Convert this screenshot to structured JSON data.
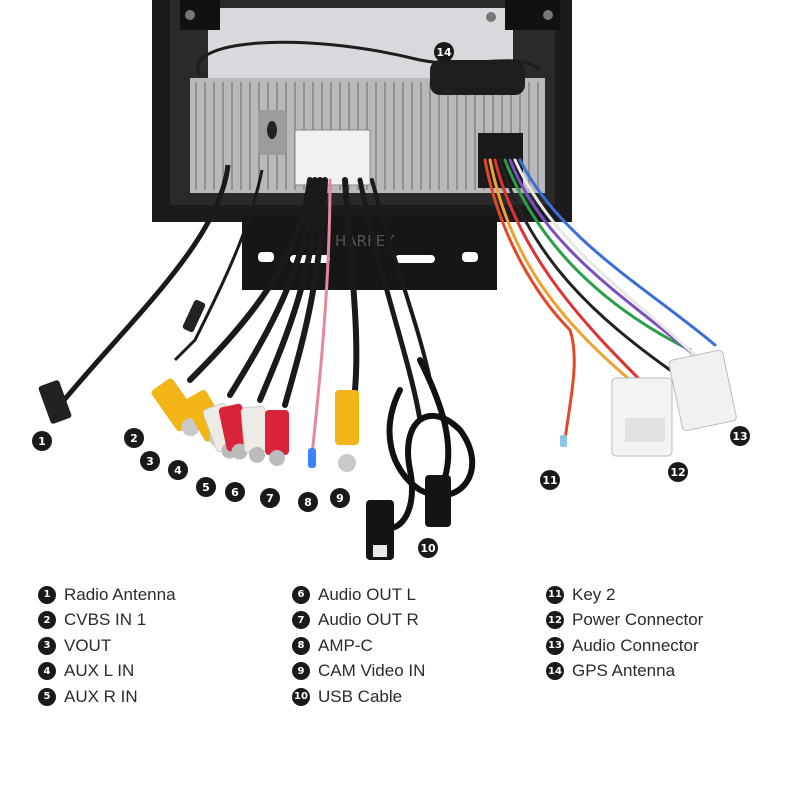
{
  "watermark": "HARFEY",
  "legend": {
    "columns": [
      [
        {
          "num": "1",
          "label": "Radio Antenna"
        },
        {
          "num": "2",
          "label": "CVBS IN 1"
        },
        {
          "num": "3",
          "label": "VOUT"
        },
        {
          "num": "4",
          "label": "AUX L IN"
        },
        {
          "num": "5",
          "label": "AUX R IN"
        }
      ],
      [
        {
          "num": "6",
          "label": "Audio OUT L"
        },
        {
          "num": "7",
          "label": "Audio OUT R"
        },
        {
          "num": "8",
          "label": "AMP-C"
        },
        {
          "num": "9",
          "label": "CAM Video IN"
        },
        {
          "num": "10",
          "label": "USB Cable"
        }
      ],
      [
        {
          "num": "11",
          "label": "Key 2"
        },
        {
          "num": "12",
          "label": "Power Connector"
        },
        {
          "num": "13",
          "label": "Audio Connector"
        },
        {
          "num": "14",
          "label": "GPS Antenna"
        }
      ]
    ]
  },
  "photo_markers": [
    "1",
    "2",
    "3",
    "4",
    "5",
    "6",
    "7",
    "8",
    "9",
    "10",
    "11",
    "12",
    "13",
    "14"
  ],
  "colors": {
    "rca_yellow": "#f2b417",
    "rca_white": "#ecebe6",
    "rca_red": "#d8233a",
    "chassis": "#1b1b1b",
    "heatsink": "#b7b9bb",
    "badge": "#1a1a1a"
  }
}
